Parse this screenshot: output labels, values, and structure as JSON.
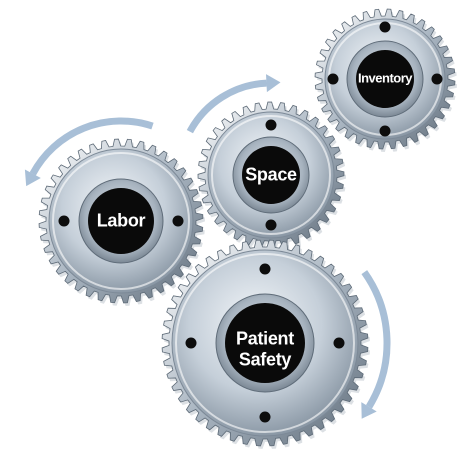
{
  "gears": {
    "labor": {
      "label": "Labor"
    },
    "space": {
      "label": "Space"
    },
    "inventory": {
      "label": "Inventory"
    },
    "patient_safety": {
      "line1": "Patient",
      "line2": "Safety"
    }
  },
  "colors": {
    "arrow": "#9fb8d3",
    "hub": "#0a0a0a",
    "gear_light": "#eef2f6",
    "gear_mid": "#b9c4cf",
    "gear_dark": "#6d7b89"
  }
}
